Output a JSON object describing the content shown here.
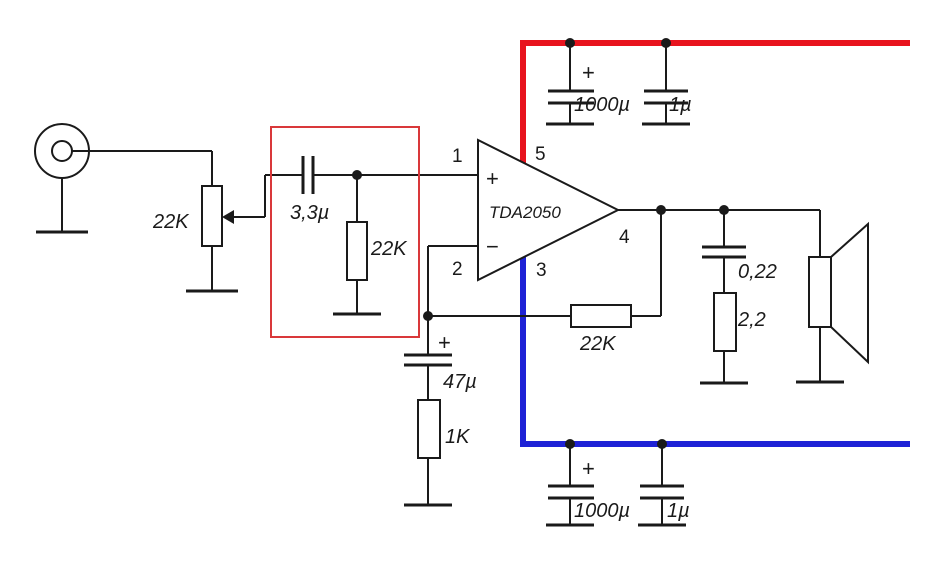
{
  "colors": {
    "wire": "#1a1a1a",
    "positive_rail": "#e8141e",
    "negative_rail": "#1e22d6",
    "highlight_box": "#d9383a"
  },
  "chip": {
    "label": "TDA2050",
    "pin_plus_input": "1",
    "pin_minus_input": "2",
    "pin_negative_supply": "3",
    "pin_output": "4",
    "pin_positive_supply": "5",
    "plus_sign": "+",
    "minus_sign": "−"
  },
  "input_stage": {
    "potentiometer": "22K",
    "coupling_capacitor": "3,3µ",
    "bias_resistor": "22K"
  },
  "feedback": {
    "feedback_resistor": "22K",
    "capacitor": "47µ",
    "capacitor_polarity": "+",
    "resistor": "1K"
  },
  "positive_supply": {
    "electrolytic": "1000µ",
    "electrolytic_polarity": "+",
    "ceramic": "1µ"
  },
  "negative_supply": {
    "electrolytic": "1000µ",
    "electrolytic_polarity": "+",
    "ceramic": "1µ"
  },
  "output_stage": {
    "zobel_capacitor": "0,22",
    "zobel_resistor": "2,2"
  }
}
